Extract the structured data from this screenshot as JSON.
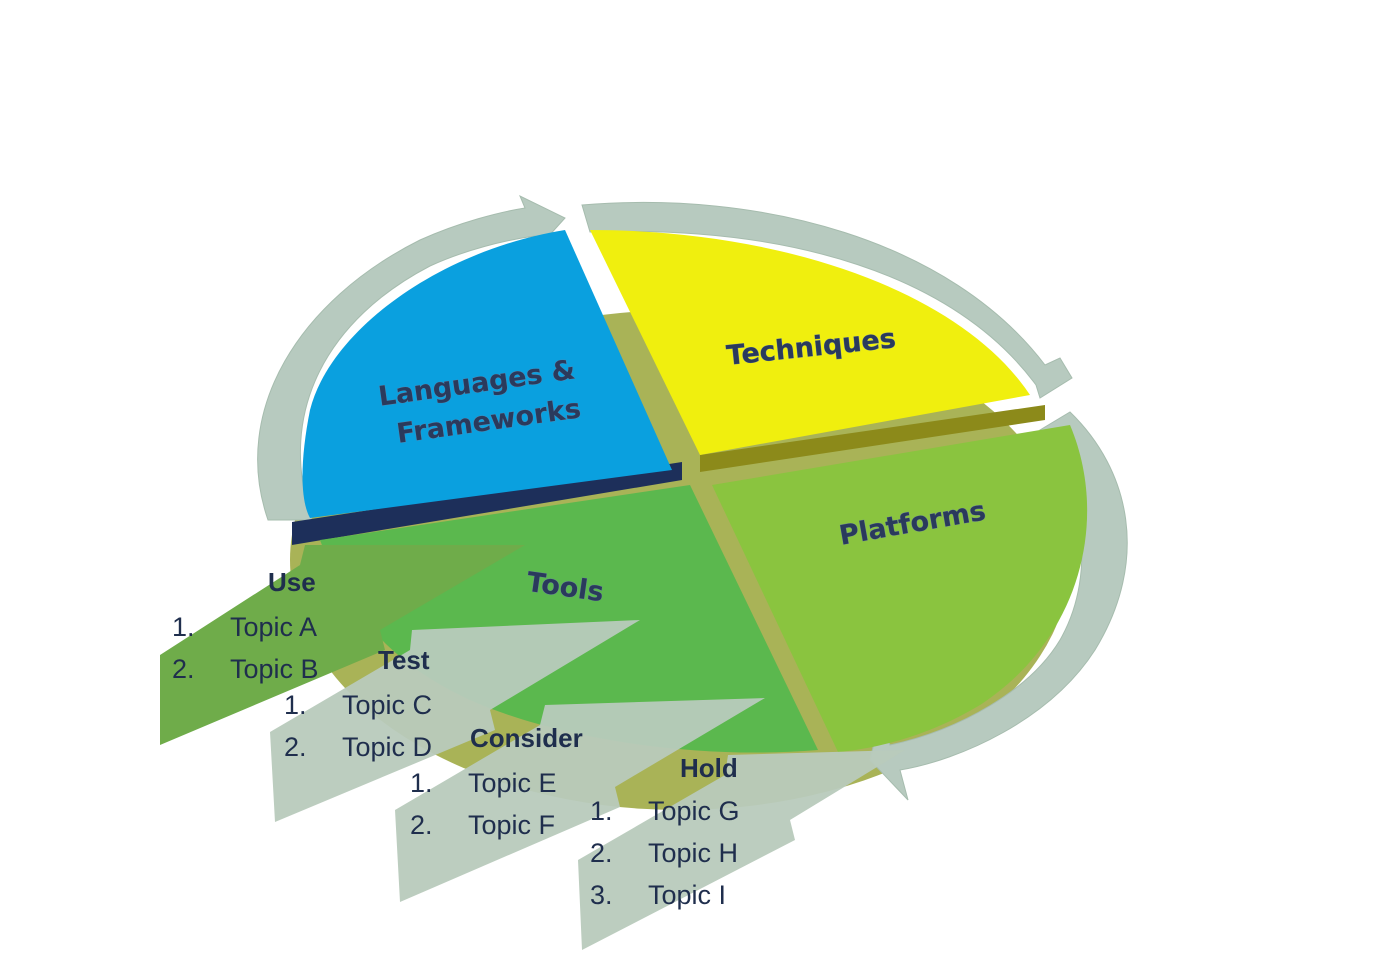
{
  "quadrants": {
    "languages": {
      "line1": "Languages &",
      "line2": "Frameworks",
      "color": "#0aa0df"
    },
    "techniques": {
      "label": "Techniques",
      "color": "#f0ef0e"
    },
    "platforms": {
      "label": "Platforms",
      "color": "#8ac43f"
    },
    "tools": {
      "label": "Tools",
      "color": "#5bb84e"
    }
  },
  "ring_color": "#b7cabf",
  "rings": [
    {
      "title": "Use",
      "color": "#6fac4a",
      "items": [
        {
          "num": "1.",
          "text": "Topic A"
        },
        {
          "num": "2.",
          "text": "Topic B"
        }
      ]
    },
    {
      "title": "Test",
      "color": "#b8cabc",
      "items": [
        {
          "num": "1.",
          "text": "Topic C"
        },
        {
          "num": "2.",
          "text": "Topic D"
        }
      ]
    },
    {
      "title": "Consider",
      "color": "#b8cabc",
      "items": [
        {
          "num": "1.",
          "text": "Topic E"
        },
        {
          "num": "2.",
          "text": "Topic F"
        }
      ]
    },
    {
      "title": "Hold",
      "color": "#b8cabc",
      "items": [
        {
          "num": "1.",
          "text": "Topic G"
        },
        {
          "num": "2.",
          "text": "Topic H"
        },
        {
          "num": "3.",
          "text": "Topic I"
        }
      ]
    }
  ]
}
